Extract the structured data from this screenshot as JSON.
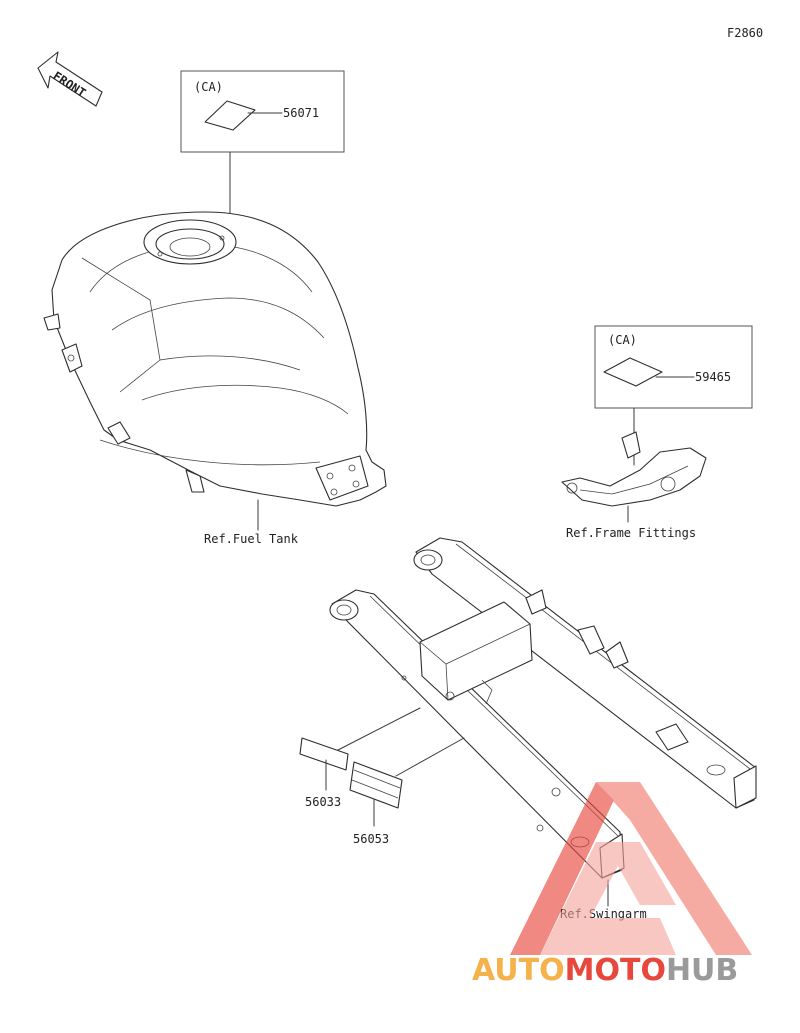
{
  "figure_code": "F2860",
  "front_label": "FRONT",
  "ca_label": "(CA)",
  "parts": {
    "label_56071": "56071",
    "label_59465": "59465",
    "label_56033": "56033",
    "label_56053": "56053"
  },
  "references": {
    "fuel_tank": "Ref.Fuel Tank",
    "frame_fittings": "Ref.Frame Fittings",
    "swingarm": "Ref.Swingarm"
  },
  "watermark": {
    "part1": "AUTO",
    "part2": "MOTO",
    "part3": "HUB",
    "color_orange": "#f5b24a",
    "color_red": "#e8473c",
    "color_gray": "#9a9a9a"
  }
}
